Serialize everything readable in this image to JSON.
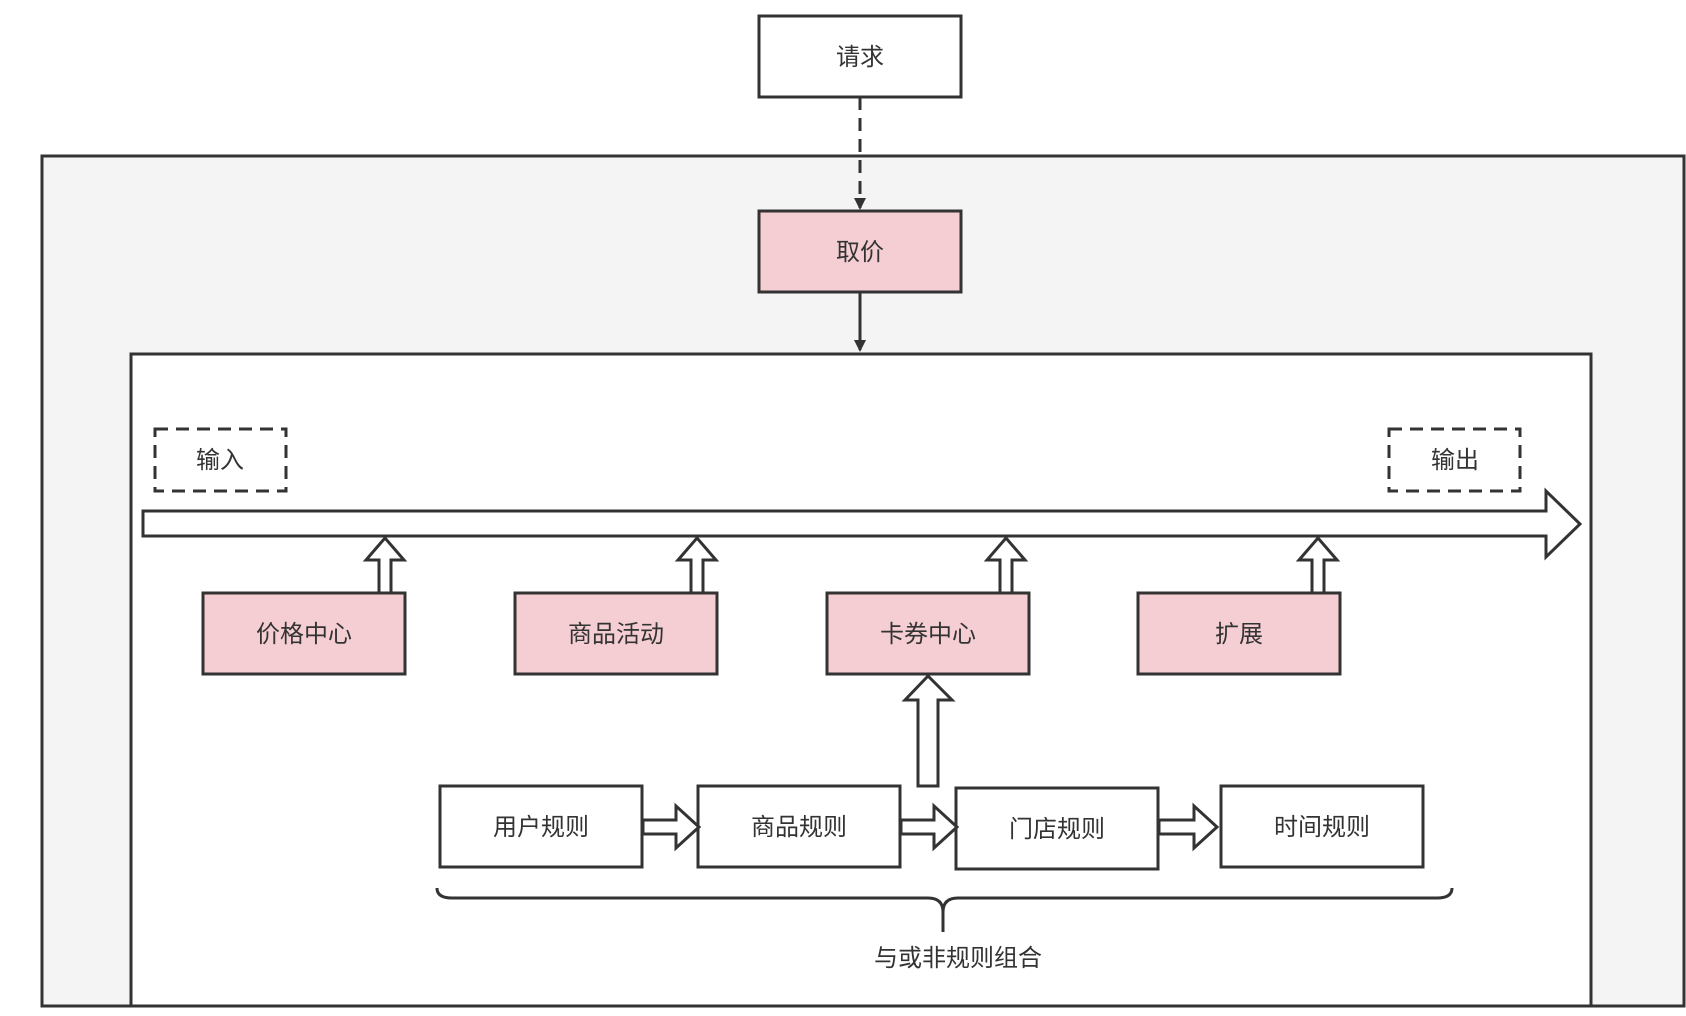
{
  "colors": {
    "outer_fill": "#f4f4f4",
    "inner_fill": "#ffffff",
    "stroke": "#333333",
    "highlight_fill": "#f5ced3",
    "plain_fill": "#ffffff",
    "text": "#333333"
  },
  "nodes": {
    "request": "请求",
    "get_price": "取价",
    "input": "输入",
    "output": "输出",
    "price_center": "价格中心",
    "product_activity": "商品活动",
    "coupon_center": "卡券中心",
    "extension": "扩展",
    "user_rule": "用户规则",
    "product_rule": "商品规则",
    "store_rule": "门店规则",
    "time_rule": "时间规则"
  },
  "captions": {
    "rule_combination": "与或非规则组合"
  },
  "edges": [
    {
      "from": "request",
      "to": "get_price",
      "style": "dashed"
    },
    {
      "from": "get_price",
      "to": "pipeline",
      "style": "solid"
    },
    {
      "from": "input",
      "to": "output",
      "style": "hollow"
    },
    {
      "from": "price_center",
      "to": "pipeline",
      "style": "hollow"
    },
    {
      "from": "product_activity",
      "to": "pipeline",
      "style": "hollow"
    },
    {
      "from": "coupon_center",
      "to": "pipeline",
      "style": "hollow"
    },
    {
      "from": "extension",
      "to": "pipeline",
      "style": "hollow"
    },
    {
      "from": "user_rule",
      "to": "product_rule",
      "style": "hollow"
    },
    {
      "from": "product_rule",
      "to": "store_rule",
      "style": "hollow"
    },
    {
      "from": "store_rule",
      "to": "time_rule",
      "style": "hollow"
    },
    {
      "from": "rule_combination",
      "to": "coupon_center",
      "style": "hollow"
    }
  ]
}
